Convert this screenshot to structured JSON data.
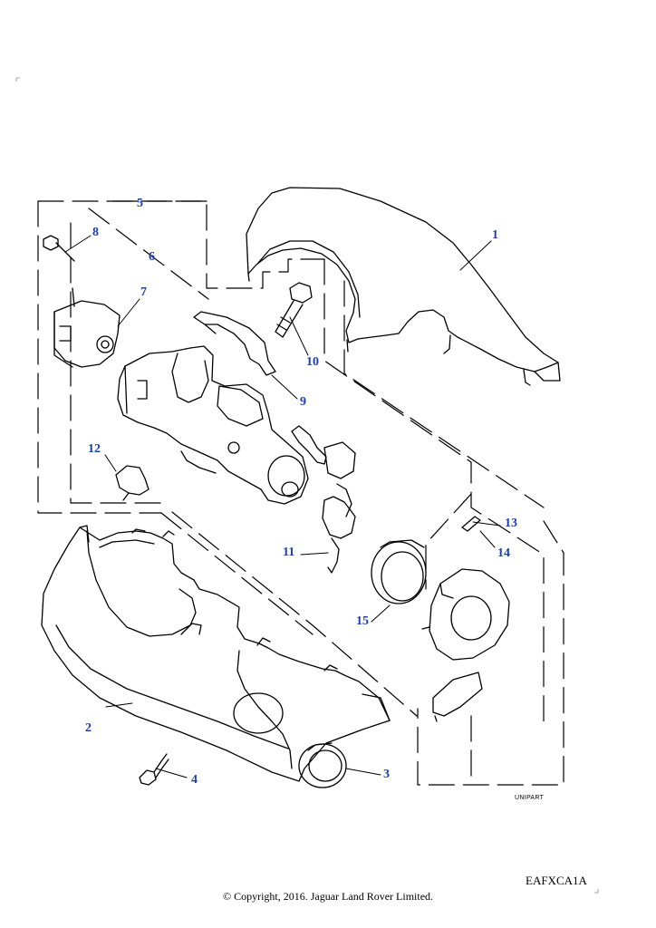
{
  "callouts": [
    {
      "id": "1",
      "label": "1"
    },
    {
      "id": "2",
      "label": "2"
    },
    {
      "id": "3",
      "label": "3"
    },
    {
      "id": "4",
      "label": "4"
    },
    {
      "id": "5",
      "label": "5"
    },
    {
      "id": "6",
      "label": "6"
    },
    {
      "id": "7",
      "label": "7"
    },
    {
      "id": "8",
      "label": "8"
    },
    {
      "id": "9",
      "label": "9"
    },
    {
      "id": "10",
      "label": "10"
    },
    {
      "id": "11",
      "label": "11"
    },
    {
      "id": "12",
      "label": "12"
    },
    {
      "id": "13",
      "label": "13"
    },
    {
      "id": "14",
      "label": "14"
    },
    {
      "id": "15",
      "label": "15"
    }
  ],
  "unipart_label": "UNIPART",
  "diagram_ref": "EAFXCA1A",
  "copyright": "© Copyright, 2016. Jaguar Land Rover Limited.",
  "colors": {
    "callout": "#1a3fb0",
    "line": "#000000"
  }
}
